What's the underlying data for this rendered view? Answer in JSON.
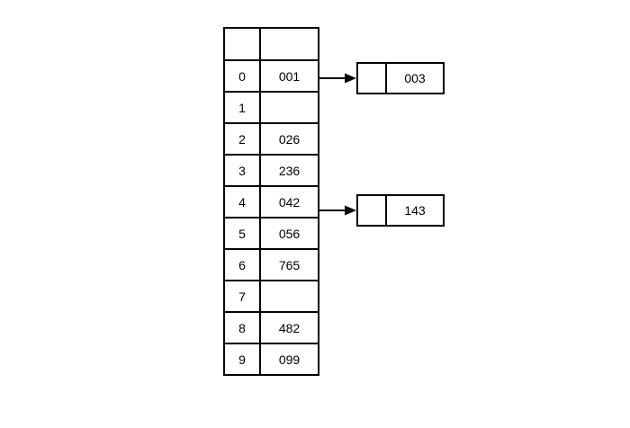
{
  "diagram": {
    "type": "hash-table-with-chaining",
    "table": {
      "header": {
        "index_label": "",
        "value_label": ""
      },
      "rows": [
        {
          "index": "0",
          "value": "001"
        },
        {
          "index": "1",
          "value": ""
        },
        {
          "index": "2",
          "value": "026"
        },
        {
          "index": "3",
          "value": "236"
        },
        {
          "index": "4",
          "value": "042"
        },
        {
          "index": "5",
          "value": "056"
        },
        {
          "index": "6",
          "value": "765"
        },
        {
          "index": "7",
          "value": ""
        },
        {
          "index": "8",
          "value": "482"
        },
        {
          "index": "9",
          "value": "099"
        }
      ]
    },
    "chain_nodes": [
      {
        "from_index": "0",
        "pointer": "",
        "value": "003"
      },
      {
        "from_index": "4",
        "pointer": "",
        "value": "143"
      }
    ],
    "colors": {
      "stroke": "#000000",
      "background": "#ffffff",
      "text": "#000000"
    }
  }
}
